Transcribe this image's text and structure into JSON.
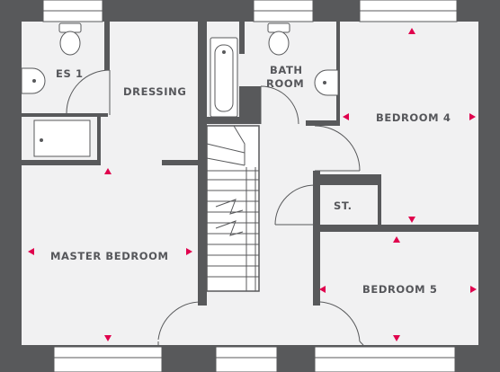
{
  "rooms": {
    "es1": "ES 1",
    "dressing": "DRESSING",
    "bath_line1": "BATH",
    "bath_line2": "ROOM",
    "bedroom4": "BEDROOM 4",
    "store": "ST.",
    "master": "MASTER BEDROOM",
    "bedroom5": "BEDROOM 5"
  },
  "colors": {
    "wall": "#58595b",
    "floor": "#f1f1f2",
    "marker": "#e0004d",
    "label": "#55565a"
  }
}
